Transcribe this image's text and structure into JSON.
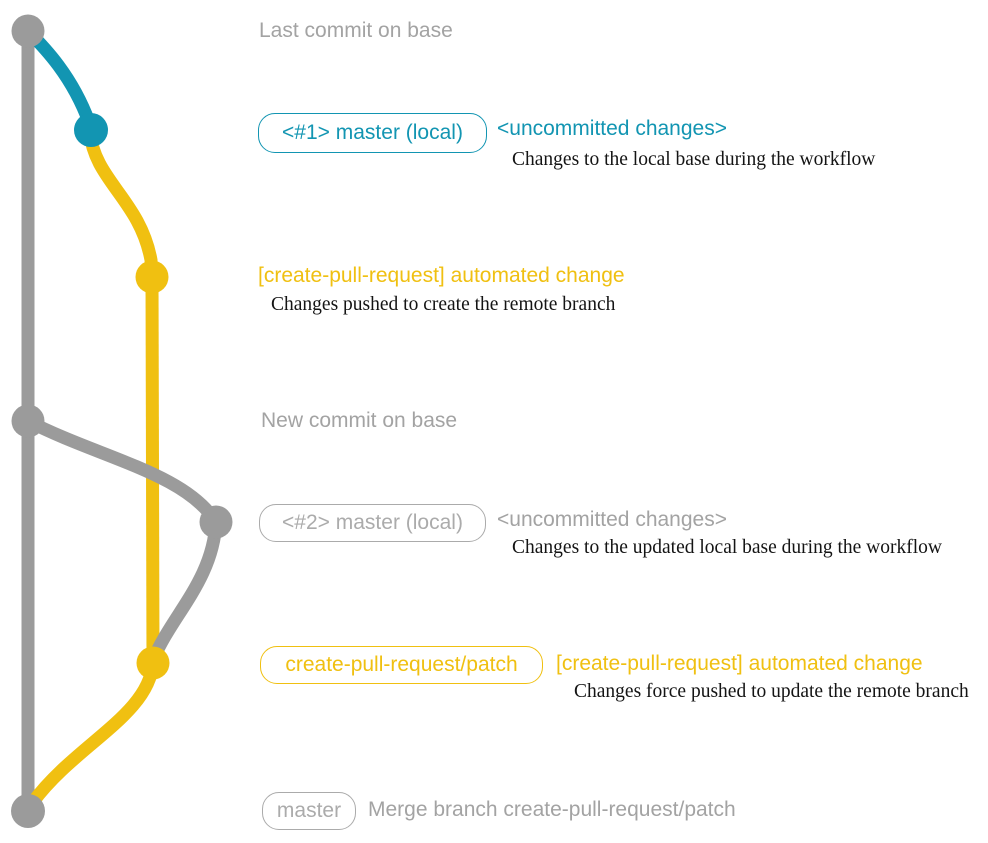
{
  "colors": {
    "teal": "#1295b2",
    "yellow": "#f0c011",
    "gray": "#9b9b9b",
    "gray_text": "#a3a3a3",
    "pill_gray": "#ababab",
    "ink": "#141414"
  },
  "headings": {
    "last_commit": "Last commit on base",
    "new_commit": "New commit on base"
  },
  "pills": {
    "master_local_1": "<#1> master (local)",
    "master_local_2": "<#2> master (local)",
    "cpr_patch": "create-pull-request/patch",
    "master": "master"
  },
  "notes": {
    "uncommitted_1_title": "<uncommitted changes>",
    "uncommitted_1_sub": "Changes to the local base during the workflow",
    "automated_1_title": "[create-pull-request] automated change",
    "automated_1_sub": "Changes pushed to create the remote branch",
    "uncommitted_2_title": "<uncommitted changes>",
    "uncommitted_2_sub": "Changes to the updated local base during the workflow",
    "automated_2_title": "[create-pull-request] automated change",
    "automated_2_sub": "Changes force pushed to update the remote branch",
    "merge_text": "Merge branch create-pull-request/patch"
  },
  "graph": {
    "branches": [
      "base (gray trunk)",
      "master local (teal)",
      "create-pull-request/patch (yellow)"
    ],
    "commits": [
      {
        "id": "last-commit-on-base",
        "color": "gray"
      },
      {
        "id": "master-local-1",
        "color": "teal"
      },
      {
        "id": "automated-change-1",
        "color": "yellow"
      },
      {
        "id": "new-commit-on-base",
        "color": "gray"
      },
      {
        "id": "master-local-2",
        "color": "gray"
      },
      {
        "id": "automated-change-2",
        "color": "yellow"
      },
      {
        "id": "merge-commit",
        "color": "gray"
      }
    ]
  }
}
